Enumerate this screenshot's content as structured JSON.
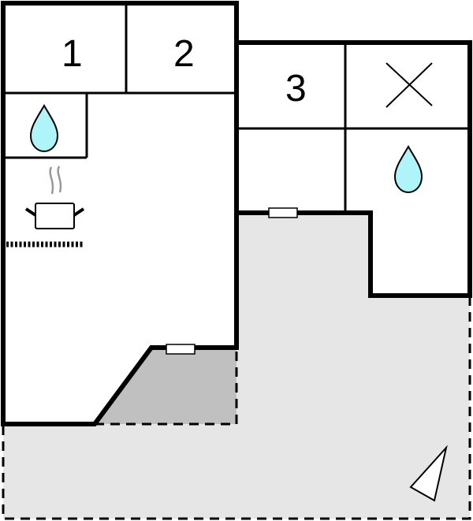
{
  "floorplan": {
    "rooms": [
      {
        "id": "room-1",
        "label": "1",
        "type": "bedroom"
      },
      {
        "id": "room-2",
        "label": "2",
        "type": "bedroom"
      },
      {
        "id": "room-3",
        "label": "3",
        "type": "bedroom"
      },
      {
        "id": "room-x",
        "label": "",
        "type": "closed-area",
        "icon": "x-mark-icon"
      },
      {
        "id": "bath-1",
        "label": "",
        "type": "bathroom",
        "icon": "water-drop-icon"
      },
      {
        "id": "bath-2",
        "label": "",
        "type": "bathroom",
        "icon": "water-drop-icon"
      },
      {
        "id": "kitchen-living",
        "label": "",
        "type": "kitchen",
        "icon": "cooking-pot-icon"
      }
    ],
    "outdoor": {
      "terrace": "covered terrace",
      "garden": "garden area"
    },
    "compass": "north-arrow-icon",
    "colors": {
      "wall": "#000000",
      "water": "#aef4f8",
      "terrace": "#c0c0c0",
      "garden": "#e6e6e6",
      "steam": "#999999"
    }
  }
}
